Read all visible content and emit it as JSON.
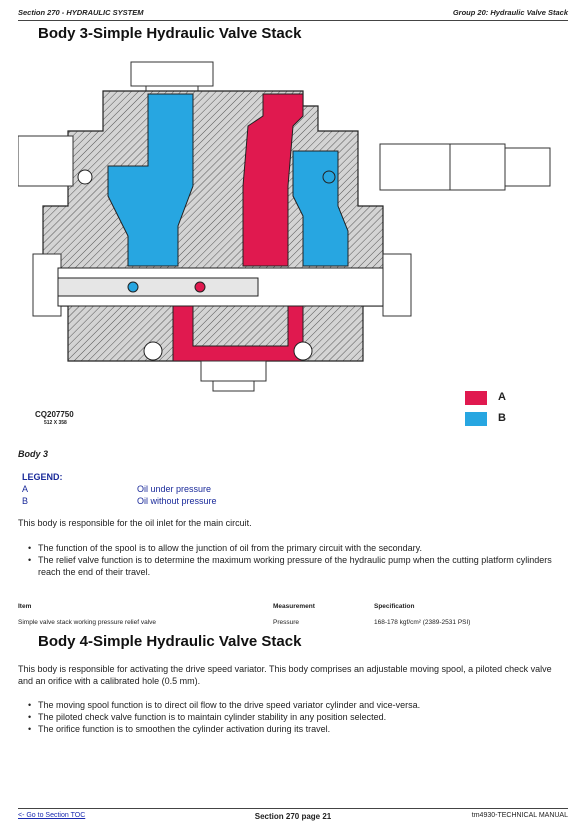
{
  "header": {
    "left": "Section 270 - HYDRAULIC SYSTEM",
    "right": "Group 20: Hydraulic Valve Stack"
  },
  "body3": {
    "title": "Body 3-Simple Hydraulic Valve Stack",
    "figure_id": "CQ207750",
    "figure_sub": "512 X 358",
    "legend_keys": [
      {
        "letter": "A",
        "color": "#e0194f"
      },
      {
        "letter": "B",
        "color": "#27a6e1"
      }
    ],
    "caption": "Body 3",
    "legend_title": "LEGEND:",
    "legend": [
      {
        "key": "A",
        "desc": "Oil under pressure"
      },
      {
        "key": "B",
        "desc": "Oil without pressure"
      }
    ],
    "intro": "This body is responsible for the oil inlet for the main circuit.",
    "bullets": [
      "The function of the spool is to allow the junction of oil from the primary circuit with the secondary.",
      "The relief valve function is to determine the maximum working pressure of the hydraulic pump when the cutting platform cylinders reach the end of their travel."
    ],
    "table": {
      "headers": [
        "Item",
        "Measurement",
        "Specification"
      ],
      "row": [
        "Simple valve stack working pressure relief valve",
        "Pressure",
        "168-178 kgf/cm² (2389-2531 PSI)"
      ]
    }
  },
  "body4": {
    "title": "Body 4-Simple Hydraulic Valve Stack",
    "intro": "This body is responsible for activating the drive speed variator. This body comprises an adjustable moving spool, a piloted check valve and an orifice with a calibrated hole (0.5 mm).",
    "bullets": [
      "The moving spool function is to direct oil flow to the drive speed variator cylinder and vice-versa.",
      "The piloted check valve function is to maintain cylinder stability in any position selected.",
      "The orifice function is to smoothen the cylinder activation during its travel."
    ]
  },
  "footer": {
    "left": "<- Go to Section TOC",
    "center": "Section 270 page 21",
    "right": "tm4930-TECHNICAL MANUAL"
  }
}
